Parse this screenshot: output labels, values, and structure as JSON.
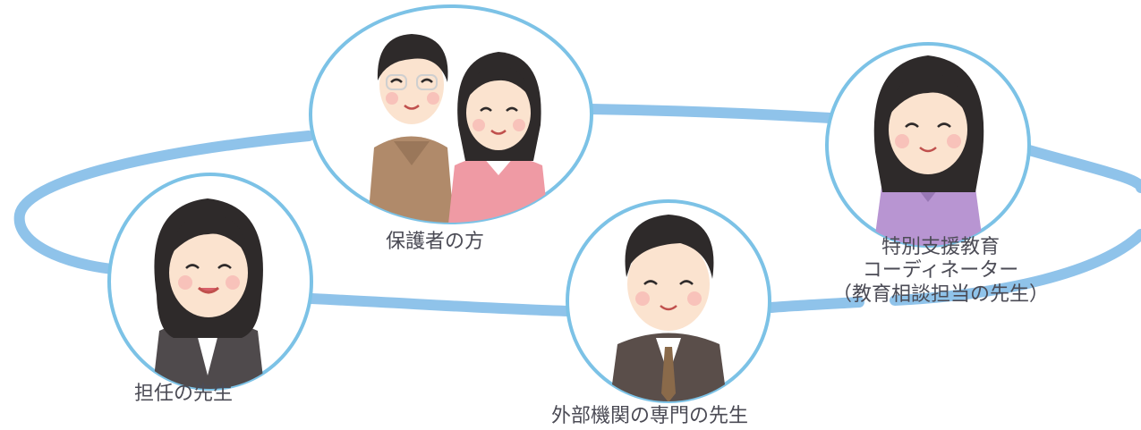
{
  "diagram": {
    "nodes": {
      "parents": {
        "label": "保護者の方"
      },
      "homeroom_teacher": {
        "label": "担任の先生"
      },
      "external_specialist": {
        "label": "外部機関の専門の先生"
      },
      "coordinator": {
        "label_line1": "特別支援教育",
        "label_line2": "コーディネーター",
        "label_line3": "（教育相談担当の先生）"
      }
    },
    "colors": {
      "connector_ring": "#8fc3ea",
      "circle_border": "#7cc2e6",
      "hair": "#2e2a2a",
      "skin": "#fbe3cf",
      "cheek": "#f7b9b4",
      "suit": "#4f4a4c",
      "suit_brown": "#5a4e4a",
      "cardigan_pink": "#ef9aa4",
      "cardigan_purple": "#b895d2",
      "sweater_brown": "#b08a6a",
      "label_text": "#4b4b55"
    }
  }
}
